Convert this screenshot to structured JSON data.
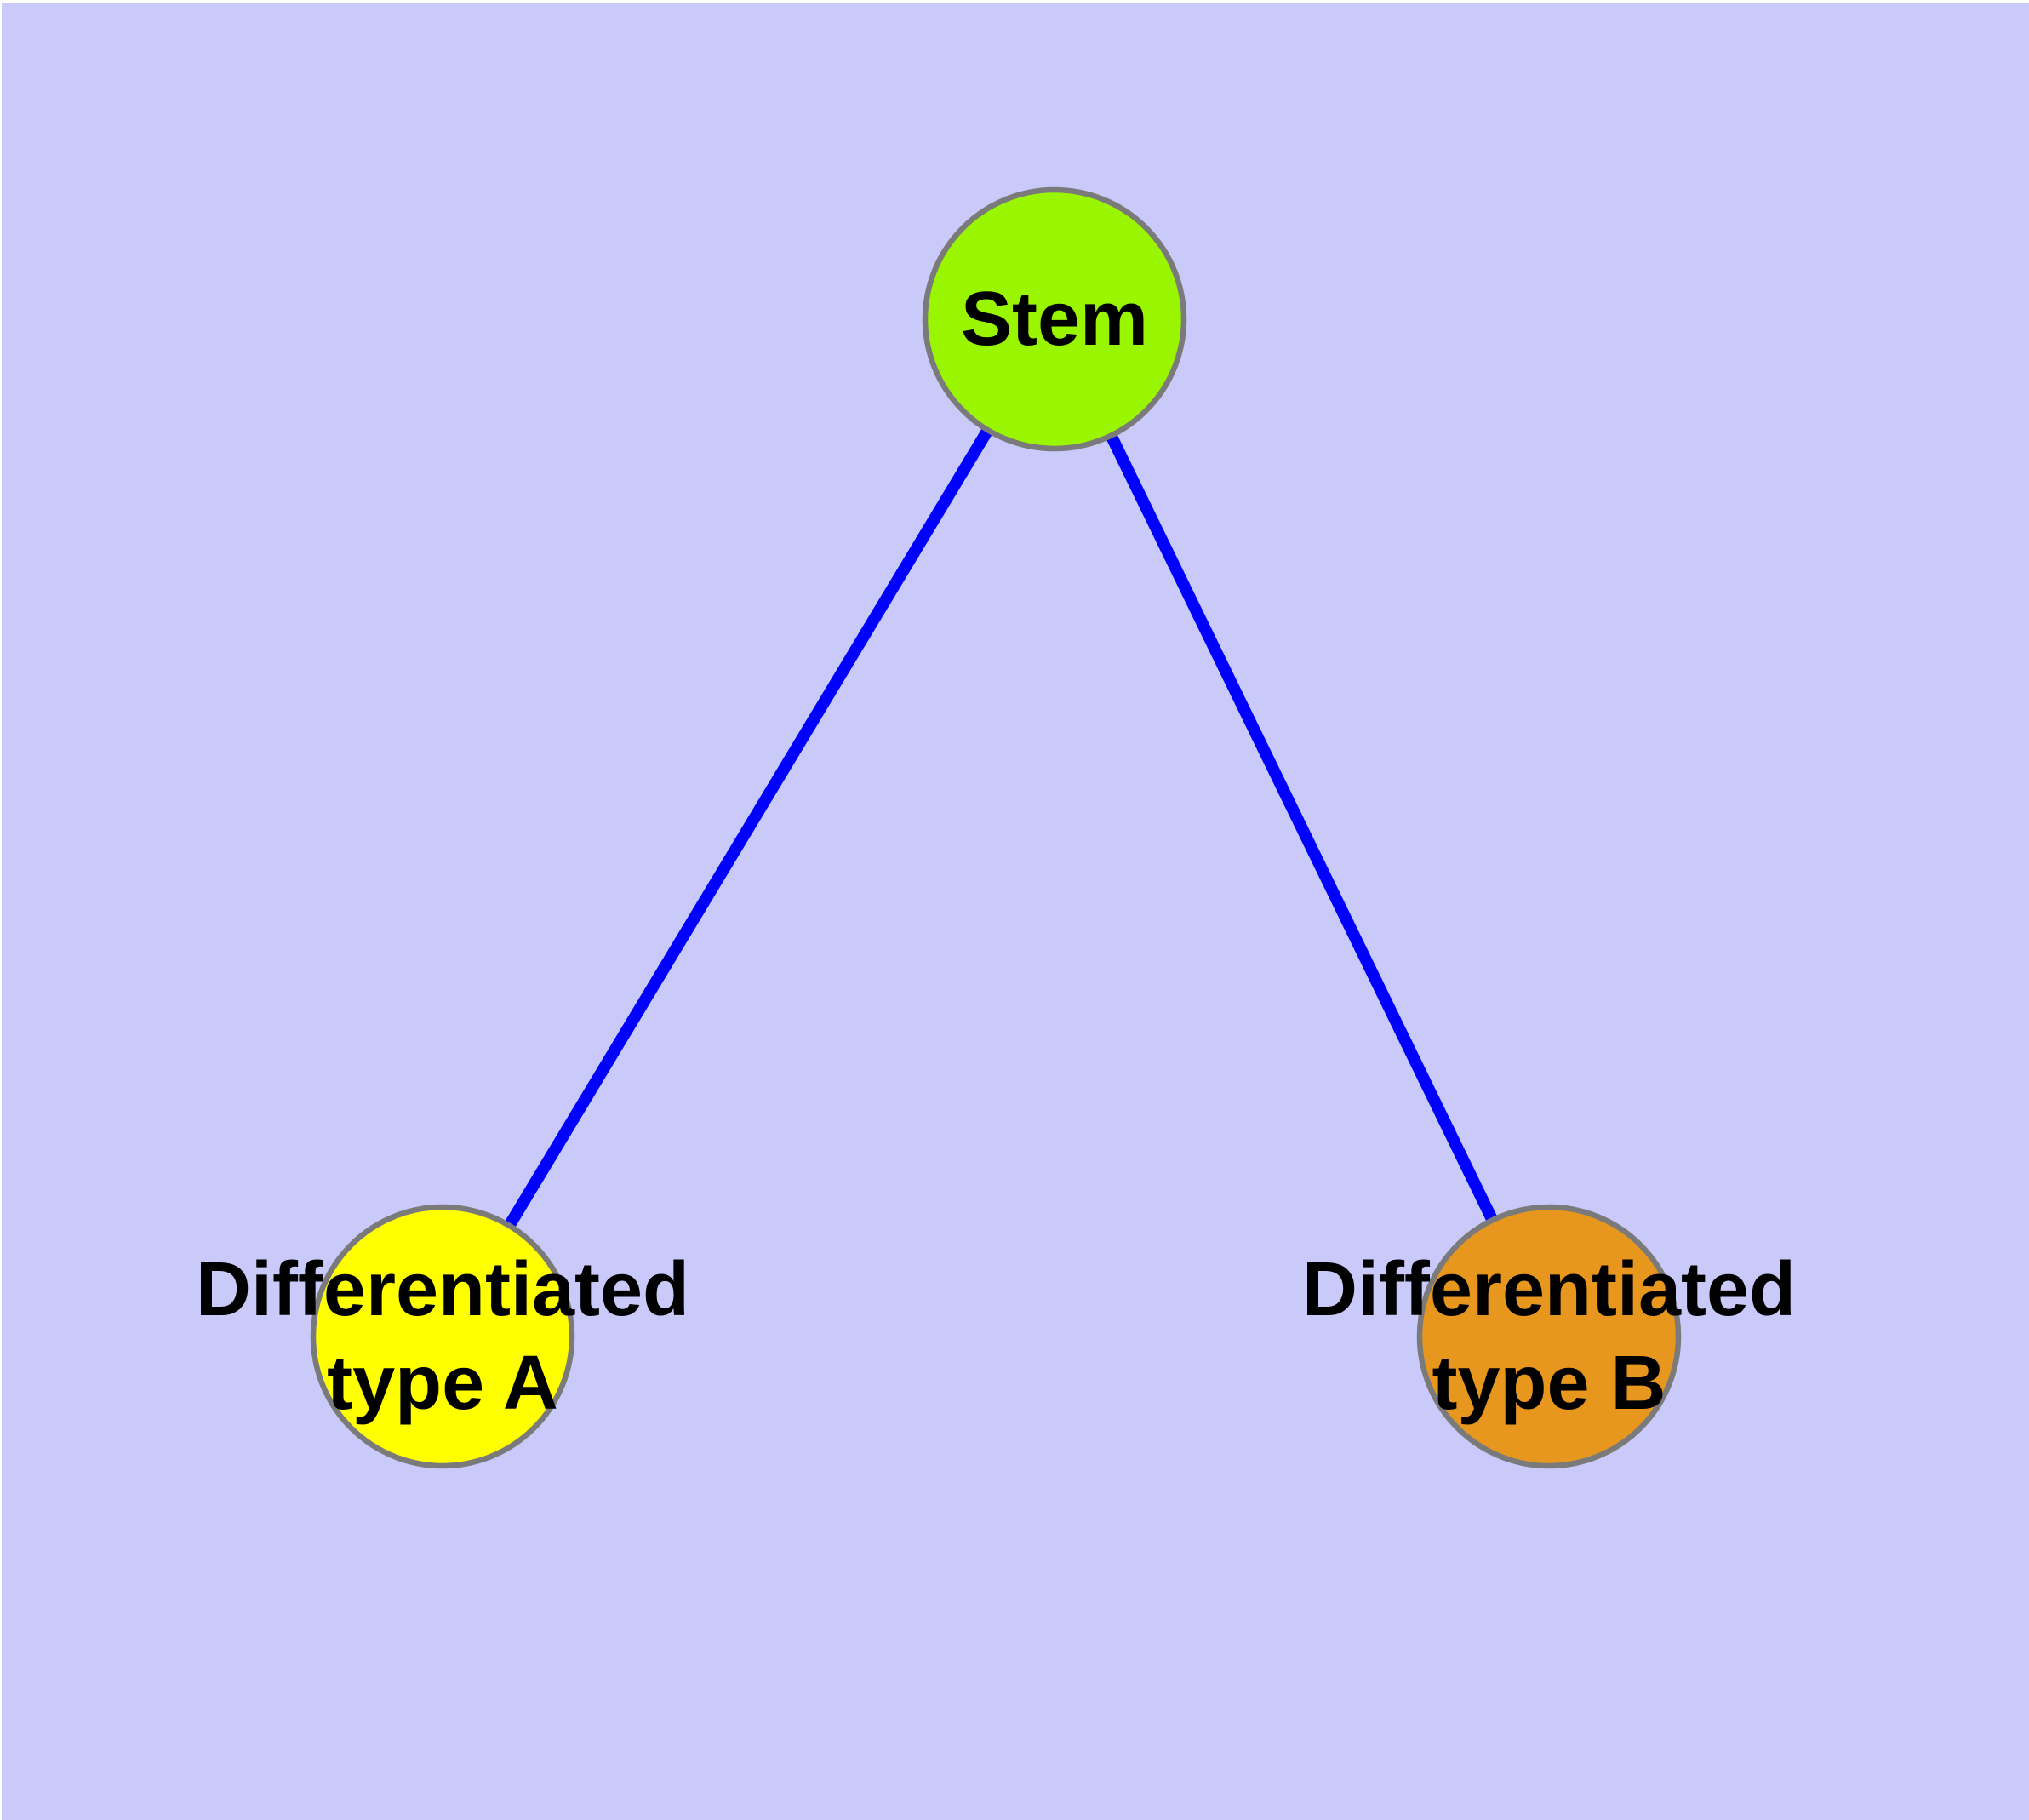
{
  "diagram": {
    "description": "Stem cell differentiation tree diagram",
    "background_color": "#CACAFA",
    "margin_color": "#FFFFFF",
    "edge_color": "#0000FF",
    "node_border_color": "#7A7A7A",
    "label_color": "#000000",
    "nodes": {
      "stem": {
        "label": "Stem",
        "fill": "#99F500"
      },
      "type_a": {
        "label": "Differentiated type A",
        "line1": "Differentiated",
        "line2": "type A",
        "fill": "#FFFF00"
      },
      "type_b": {
        "label": "Differentiated type B",
        "line1": "Differentiated",
        "line2": "type B",
        "fill": "#E8971E"
      }
    },
    "edges": [
      {
        "from": "Stem",
        "to": "Differentiated type A"
      },
      {
        "from": "Stem",
        "to": "Differentiated type B"
      }
    ]
  }
}
